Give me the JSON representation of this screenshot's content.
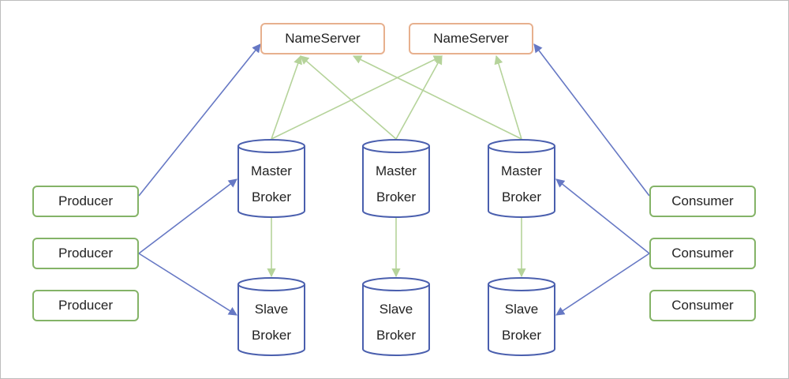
{
  "colors": {
    "nameserver_border": "#e7b08e",
    "client_border": "#84b367",
    "broker_stroke": "#4a5fae",
    "broker_edge": "#b5d39a",
    "client_edge": "#6678c4"
  },
  "nodes": {
    "nameservers": [
      {
        "id": "ns1",
        "label": "NameServer"
      },
      {
        "id": "ns2",
        "label": "NameServer"
      }
    ],
    "producers": [
      {
        "id": "p1",
        "label": "Producer"
      },
      {
        "id": "p2",
        "label": "Producer"
      },
      {
        "id": "p3",
        "label": "Producer"
      }
    ],
    "consumers": [
      {
        "id": "c1",
        "label": "Consumer"
      },
      {
        "id": "c2",
        "label": "Consumer"
      },
      {
        "id": "c3",
        "label": "Consumer"
      }
    ],
    "masters": [
      {
        "id": "m1",
        "line1": "Master",
        "line2": "Broker"
      },
      {
        "id": "m2",
        "line1": "Master",
        "line2": "Broker"
      },
      {
        "id": "m3",
        "line1": "Master",
        "line2": "Broker"
      }
    ],
    "slaves": [
      {
        "id": "s1",
        "line1": "Slave",
        "line2": "Broker"
      },
      {
        "id": "s2",
        "line1": "Slave",
        "line2": "Broker"
      },
      {
        "id": "s3",
        "line1": "Slave",
        "line2": "Broker"
      }
    ]
  },
  "edges": [
    {
      "from": "m1",
      "to": "ns1",
      "kind": "broker"
    },
    {
      "from": "m1",
      "to": "ns2",
      "kind": "broker"
    },
    {
      "from": "m2",
      "to": "ns1",
      "kind": "broker"
    },
    {
      "from": "m2",
      "to": "ns2",
      "kind": "broker"
    },
    {
      "from": "m3",
      "to": "ns1",
      "kind": "broker"
    },
    {
      "from": "m3",
      "to": "ns2",
      "kind": "broker"
    },
    {
      "from": "m1",
      "to": "s1",
      "kind": "broker"
    },
    {
      "from": "m2",
      "to": "s2",
      "kind": "broker"
    },
    {
      "from": "m3",
      "to": "s3",
      "kind": "broker"
    },
    {
      "from": "p1",
      "to": "ns1",
      "kind": "client"
    },
    {
      "from": "p2",
      "to": "m1",
      "kind": "client"
    },
    {
      "from": "p2",
      "to": "s1",
      "kind": "client"
    },
    {
      "from": "c1",
      "to": "ns2",
      "kind": "client"
    },
    {
      "from": "c2",
      "to": "m3",
      "kind": "client"
    },
    {
      "from": "c2",
      "to": "s3",
      "kind": "client"
    }
  ]
}
